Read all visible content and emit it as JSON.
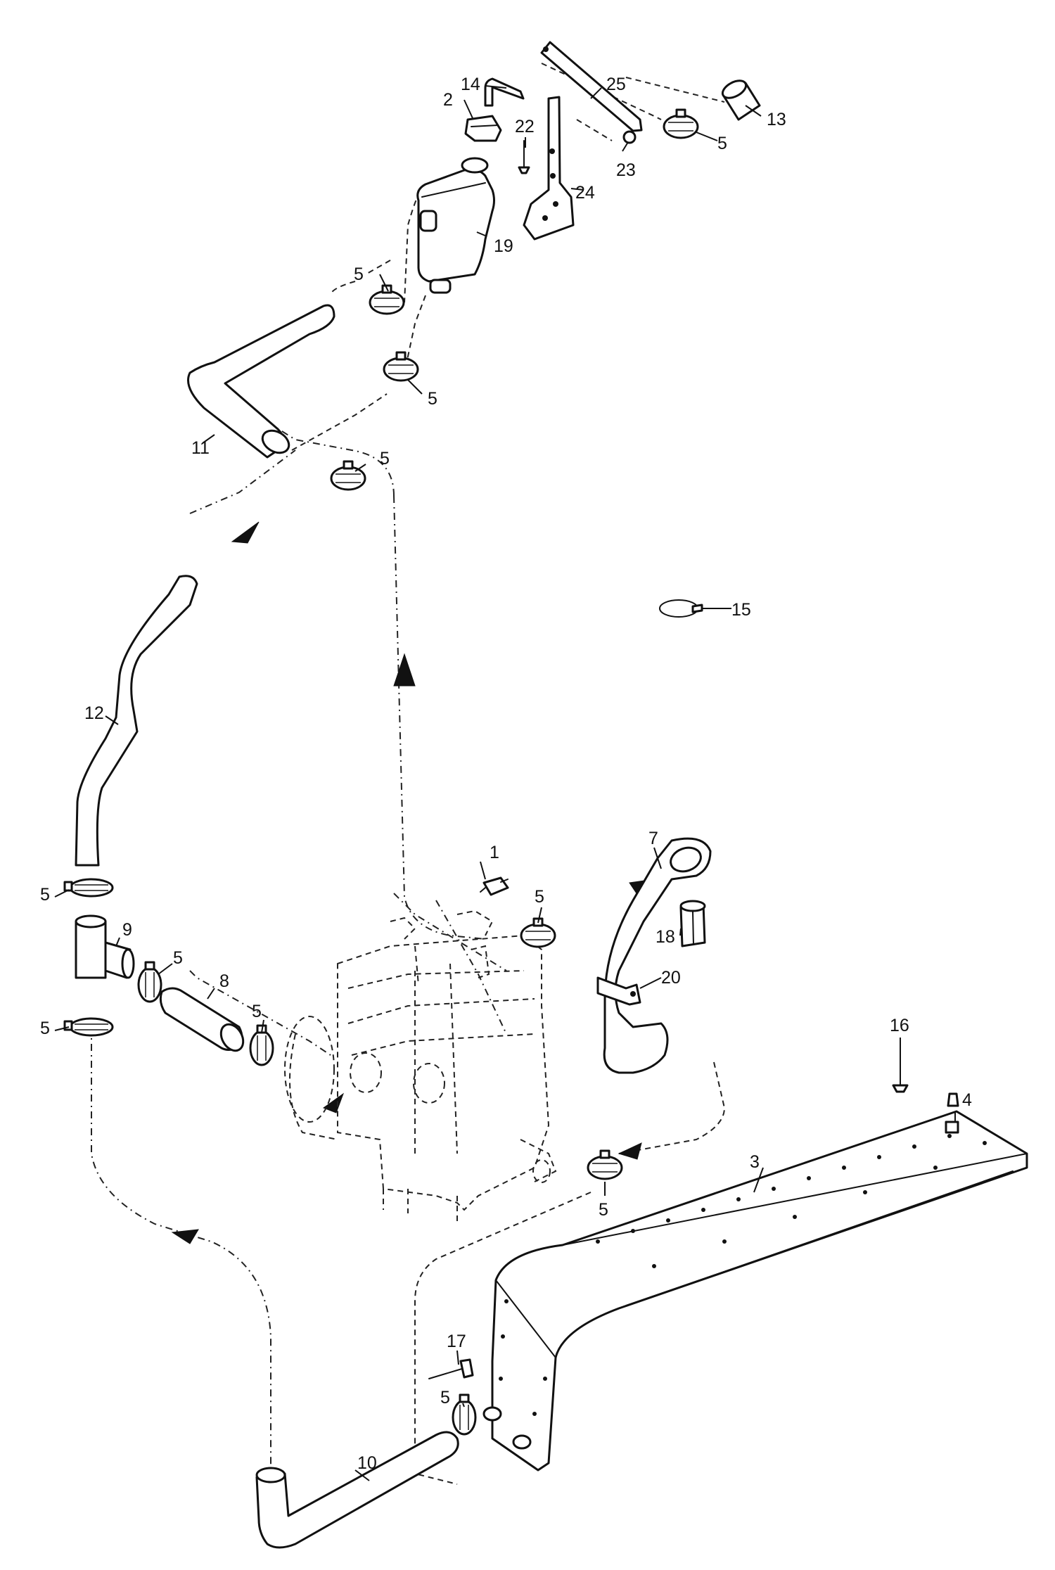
{
  "callouts": {
    "c1": "1",
    "c2": "2",
    "c3": "3",
    "c4": "4",
    "c5": "5",
    "c7": "7",
    "c8": "8",
    "c9": "9",
    "c10": "10",
    "c11": "11",
    "c12": "12",
    "c13": "13",
    "c14": "14",
    "c15": "15",
    "c16": "16",
    "c17": "17",
    "c18": "18",
    "c19": "19",
    "c20": "20",
    "c22": "22",
    "c23": "23",
    "c24": "24",
    "c25": "25"
  }
}
